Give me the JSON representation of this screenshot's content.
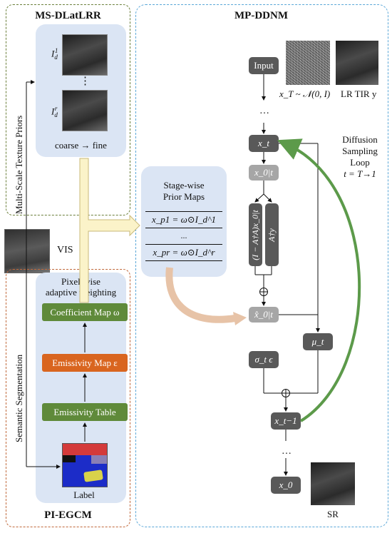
{
  "ms_dlatlrr": {
    "title": "MS-DLatLRR",
    "side_label": "Multi-Scale Texture Priors",
    "caption": "coarse → fine",
    "dots": "⋮"
  },
  "mp_ddnm": {
    "title": "MP-DDNM",
    "input_label": "Input",
    "xt_noise_caption": "x_T ~ 𝒩(0, I)",
    "lr_caption": "LR TIR y",
    "dots_top": "…",
    "dots_mid": "…",
    "nodes": {
      "xt": "x_t",
      "x0t": "x_0|t",
      "proj_left": "(I − A†A)x_0|t",
      "proj_right": "A†y",
      "x0t_hat": "x̂_0|t",
      "mu": "μ_t",
      "sigma": "σ_t ϵ",
      "xt1": "x_t−1",
      "x0": "x_0"
    },
    "loop_label_lines": [
      "Diffusion",
      "Sampling",
      "Loop",
      "t = T→1"
    ],
    "sr_caption": "SR"
  },
  "prior_maps": {
    "title_lines": [
      "Stage-wise",
      "Prior Maps"
    ],
    "row1": "x_p1 = ω⊙I_d^1",
    "row_dots": "...",
    "row2": "x_pr = ω⊙I_d^r"
  },
  "vis_label": "VIS",
  "pi_egcm": {
    "title": "PI-EGCM",
    "side_label": "Semantic Segmentation",
    "heading_lines": [
      "Pixel-wise",
      "adaptive weighting"
    ],
    "coefficient_map": "Coefficient Map ω",
    "emissivity_map": "Emissivity Map ε",
    "emissivity_table": "Emissivity Table",
    "label_caption": "Label"
  },
  "colors": {
    "green_box": "#5f8a3a",
    "orange_box": "#d9651f",
    "node_dark": "#595959",
    "node_light": "#a6a6a6",
    "panel_fill": "#dbe5f4",
    "loop_arrow": "#5c9a4a"
  }
}
